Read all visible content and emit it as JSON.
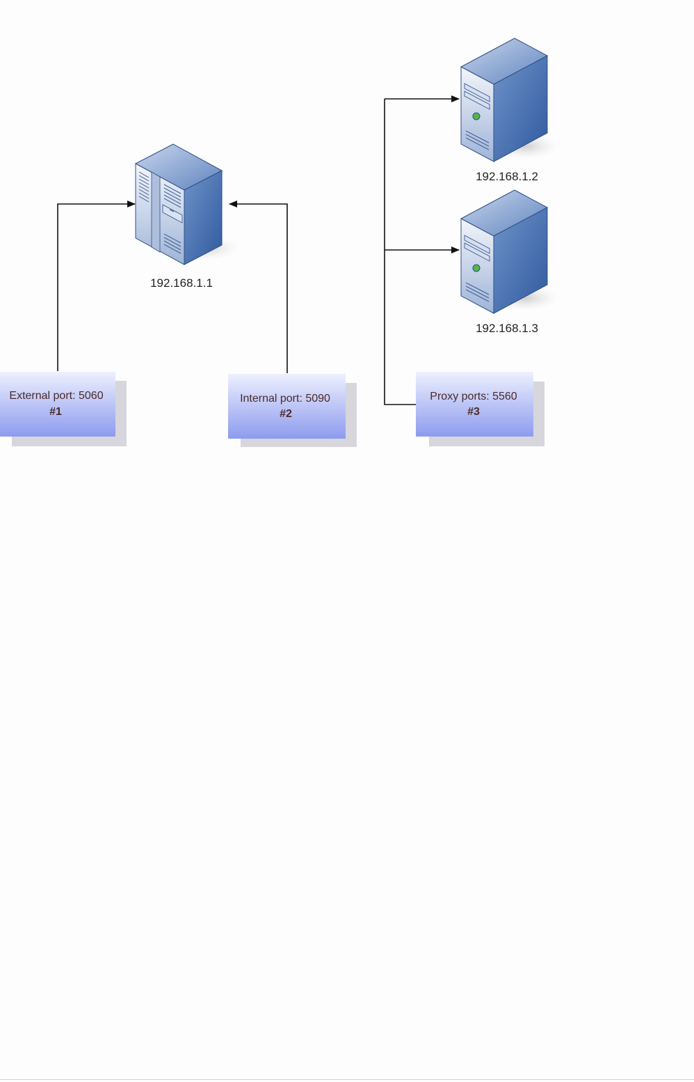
{
  "servers": {
    "main": {
      "ip": "192.168.1.1",
      "icon": "rack-server-icon"
    },
    "proxy_a": {
      "ip": "192.168.1.2",
      "icon": "tower-server-icon"
    },
    "proxy_b": {
      "ip": "192.168.1.3",
      "icon": "tower-server-icon"
    }
  },
  "ports": [
    {
      "label": "External port: 5060",
      "number": "#1"
    },
    {
      "label": "Internal port: 5090",
      "number": "#2"
    },
    {
      "label": "Proxy ports: 5560",
      "number": "#3"
    }
  ],
  "colors": {
    "box_top": "#e9ecfd",
    "box_bottom": "#8f9df0",
    "box_shadow": "#d6d6dc",
    "server_light": "#eef2f8",
    "server_dark": "#3b64a8",
    "connector": "#111111",
    "label_text": "#4a2a2a"
  }
}
